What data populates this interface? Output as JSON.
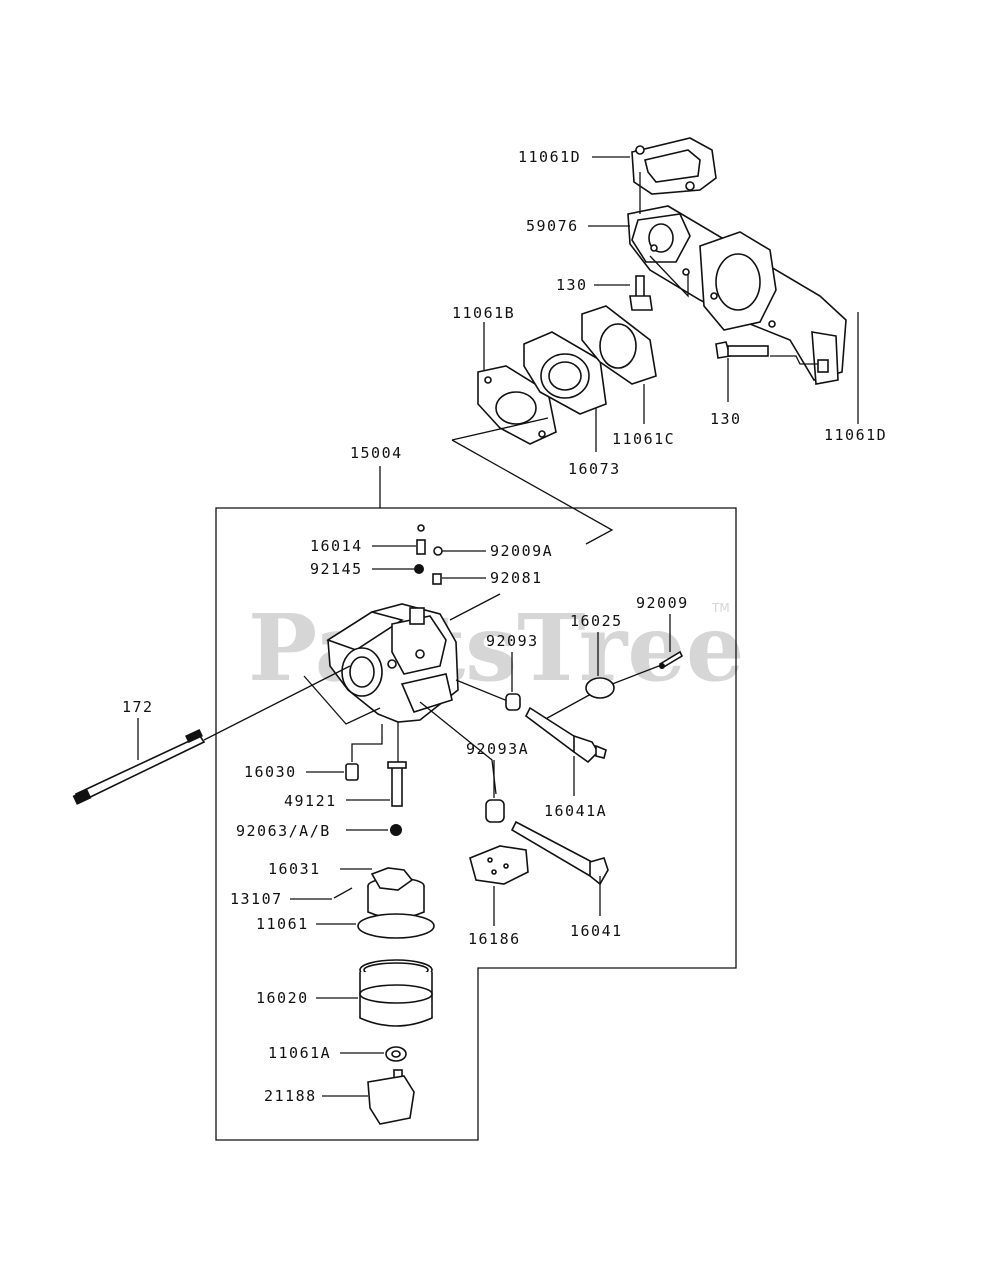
{
  "watermark": {
    "text": "PartsTree",
    "trademark": "TM"
  },
  "callouts": {
    "c11061D_top": "11061D",
    "c59076": "59076",
    "c130_a": "130",
    "c11061B": "11061B",
    "c11061C": "11061C",
    "c16073": "16073",
    "c130_b": "130",
    "c11061D_right": "11061D",
    "c15004": "15004",
    "c16014": "16014",
    "c92145": "92145",
    "c92009A": "92009A",
    "c92081": "92081",
    "c92009": "92009",
    "c16025": "16025",
    "c92093": "92093",
    "c172": "172",
    "c16030": "16030",
    "c49121": "49121",
    "c92063": "92063/A/B",
    "c92093A": "92093A",
    "c16041A": "16041A",
    "c16031": "16031",
    "c13107": "13107",
    "c11061": "11061",
    "c16186": "16186",
    "c16041": "16041",
    "c16020": "16020",
    "c11061A": "11061A",
    "c21188": "21188"
  }
}
